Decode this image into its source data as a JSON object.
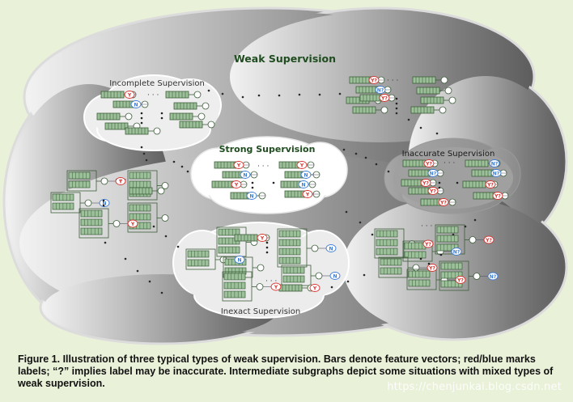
{
  "title": "Weak Supervision",
  "subgraphs": {
    "incomplete": "Incomplete  Supervision",
    "strong": "Strong Supervision",
    "inaccurate": "Inaccurate   Supervision",
    "inexact": "Inexact Supervision"
  },
  "glyphs": {
    "label_y": "Y",
    "label_n": "N",
    "label_y_q": "Y?",
    "label_n_q": "N?",
    "ellipsis": "· · ·"
  },
  "colors": {
    "red_label": "#d9302c",
    "blue_label": "#3a7bd5",
    "bar": "#6f9a6a",
    "background": "#e9f1d9"
  },
  "caption": "Figure 1. Illustration of three typical types of weak supervision. Bars denote feature vectors; red/blue marks labels; “?” implies label may be inaccurate. Intermediate subgraphs depict some situations with mixed types of weak supervision.",
  "watermark": "https://chenjunkai.blog.csdn.net"
}
